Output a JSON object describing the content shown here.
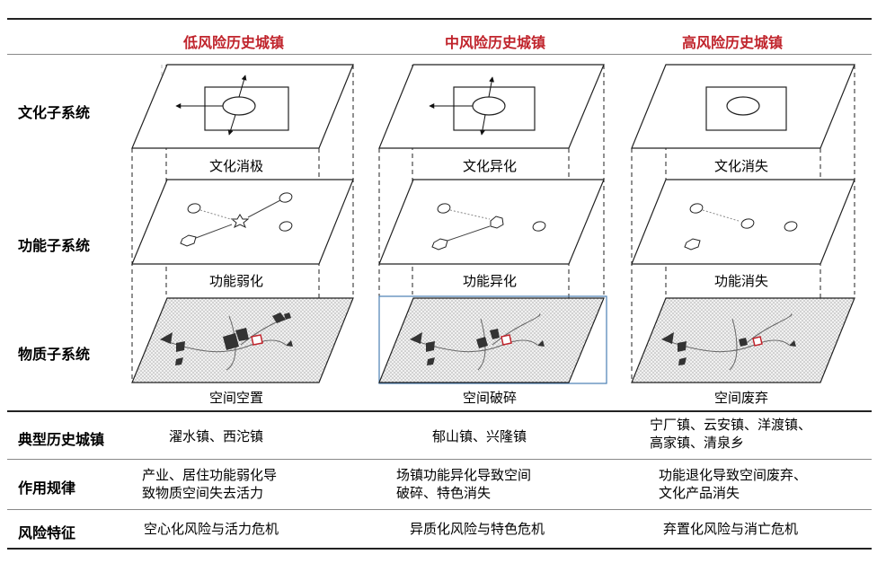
{
  "columns": [
    "低风险历史城镇",
    "中风险历史城镇",
    "高风险历史城镇"
  ],
  "rows": {
    "culture": "文化子系统",
    "function": "功能子系统",
    "physical": "物质子系统",
    "towns": "典型历史城镇",
    "law": "作用规律",
    "risk": "风险特征"
  },
  "captions": {
    "culture": [
      "文化消极",
      "文化异化",
      "文化消失"
    ],
    "function": [
      "功能弱化",
      "功能异化",
      "功能消失"
    ],
    "physical": [
      "空间空置",
      "空间破碎",
      "空间废弃"
    ]
  },
  "towns": [
    "濯水镇、西沱镇",
    "郁山镇、兴隆镇",
    [
      "宁厂镇、云安镇、洋渡镇、",
      "高家镇、清泉乡"
    ]
  ],
  "law": [
    [
      "产业、居住功能弱化导",
      "致物质空间失去活力"
    ],
    [
      "场镇功能异化导致空间",
      "破碎、特色消失"
    ],
    [
      "功能退化导致空间废弃、",
      "文化产品消失"
    ]
  ],
  "risk": [
    "空心化风险与活力危机",
    "异质化风险与特色危机",
    "弃置化风险与消亡危机"
  ],
  "colors": {
    "accent": "#c0242c",
    "selection": "#4a7fb5",
    "hatch": "#b8b8b8"
  }
}
